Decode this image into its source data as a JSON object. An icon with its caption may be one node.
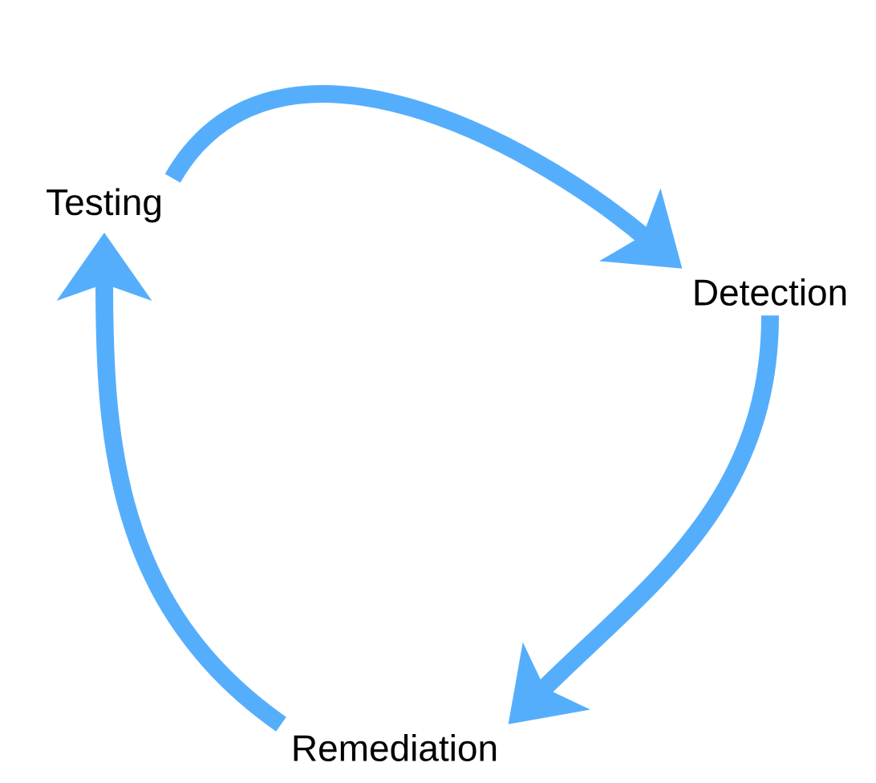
{
  "diagram": {
    "nodes": [
      {
        "text": [
          "Testing"
        ]
      },
      {
        "text": [
          "Detection"
        ]
      },
      {
        "text": [
          "Remediation"
        ]
      }
    ],
    "edges": [
      {
        "from": 0,
        "to": 1,
        "arrow": "to"
      },
      {
        "from": 1,
        "to": 2,
        "arrow": "to"
      },
      {
        "from": 2,
        "to": 0,
        "arrow": "to"
      }
    ]
  }
}
